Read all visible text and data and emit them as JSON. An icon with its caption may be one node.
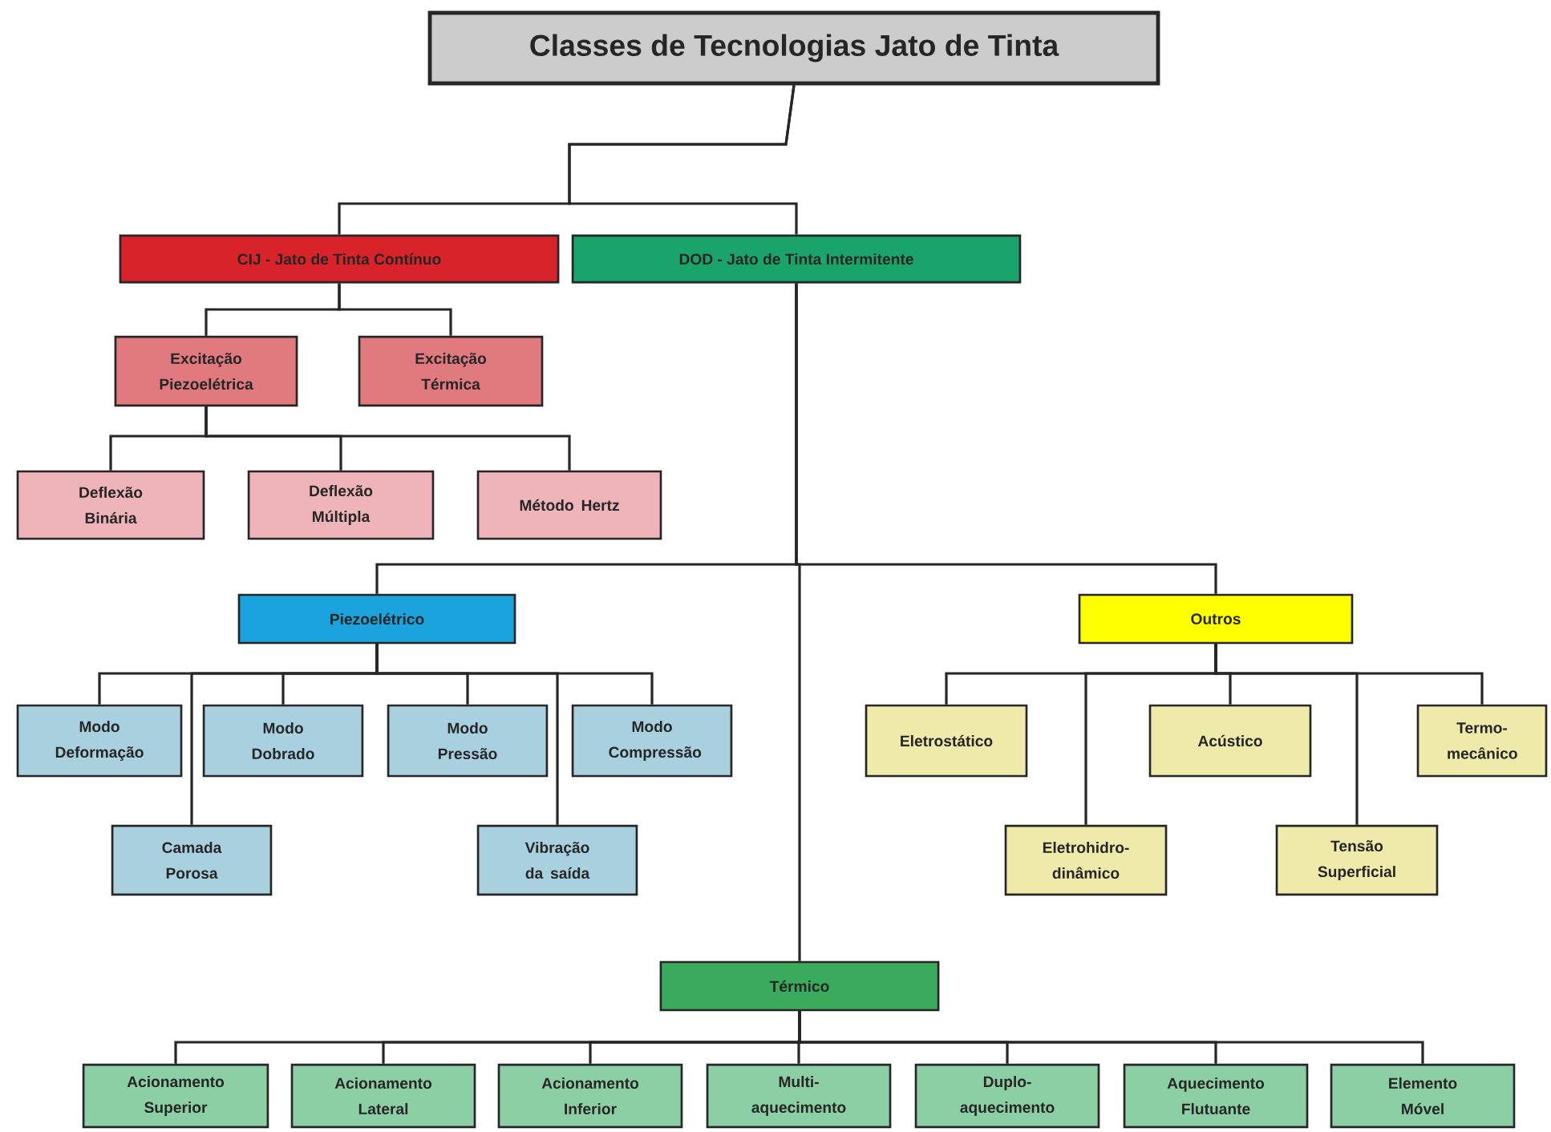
{
  "diagram": {
    "nodes": [
      {
        "text": [
          "Classes de Tecnologias Jato de Tinta"
        ]
      },
      {
        "text": [
          "CIJ - Jato de Tinta Contínuo"
        ]
      },
      {
        "text": [
          "DOD - Jato de Tinta Intermitente"
        ]
      },
      {
        "text": [
          "Excitação Piezoelétrica"
        ]
      },
      {
        "text": [
          "Excitação Térmica"
        ]
      },
      {
        "text": [
          "Deflexão Binária"
        ]
      },
      {
        "text": [
          "Deflexão Múltipla"
        ]
      },
      {
        "text": [
          "Método Hertz"
        ]
      },
      {
        "text": [
          "Piezoelétrico"
        ]
      },
      {
        "text": [
          "Outros"
        ]
      },
      {
        "text": [
          "Modo Deformação"
        ]
      },
      {
        "text": [
          "Camada Porosa"
        ]
      },
      {
        "text": [
          "Modo Dobrado"
        ]
      },
      {
        "text": [
          "Modo Pressão"
        ]
      },
      {
        "text": [
          "Vibração da saída"
        ]
      },
      {
        "text": [
          "Modo Compressão"
        ]
      },
      {
        "text": [
          "Eletrostático"
        ]
      },
      {
        "text": [
          "Eletrohidro- dinâmico"
        ]
      },
      {
        "text": [
          "Acústico"
        ]
      },
      {
        "text": [
          "Tensão Superficial"
        ]
      },
      {
        "text": [
          "Termo- mecânico"
        ]
      },
      {
        "text": [
          "Térmico"
        ]
      },
      {
        "text": [
          "Acionamento Superior"
        ]
      },
      {
        "text": [
          "Acionamento Lateral"
        ]
      },
      {
        "text": [
          "Acionamento Inferior"
        ]
      },
      {
        "text": [
          "Multi- aquecimento"
        ]
      },
      {
        "text": [
          "Duplo- aquecimento"
        ]
      },
      {
        "text": [
          "Aquecimento Flutuante"
        ]
      },
      {
        "text": [
          "Elemento Móvel"
        ]
      }
    ],
    "edges": [
      {
        "from": 0,
        "to": 1,
        "arrow": "none"
      },
      {
        "from": 0,
        "to": 2,
        "arrow": "none"
      },
      {
        "from": 1,
        "to": 3,
        "arrow": "none"
      },
      {
        "from": 1,
        "to": 4,
        "arrow": "none"
      },
      {
        "from": 3,
        "to": 5,
        "arrow": "none"
      },
      {
        "from": 3,
        "to": 6,
        "arrow": "none"
      },
      {
        "from": 3,
        "to": 7,
        "arrow": "none"
      },
      {
        "from": 2,
        "to": 8,
        "arrow": "none"
      },
      {
        "from": 2,
        "to": 9,
        "arrow": "none"
      },
      {
        "from": 2,
        "to": 21,
        "arrow": "none"
      },
      {
        "from": 8,
        "to": 10,
        "arrow": "none"
      },
      {
        "from": 8,
        "to": 11,
        "arrow": "none"
      },
      {
        "from": 8,
        "to": 12,
        "arrow": "none"
      },
      {
        "from": 8,
        "to": 13,
        "arrow": "none"
      },
      {
        "from": 8,
        "to": 14,
        "arrow": "none"
      },
      {
        "from": 8,
        "to": 15,
        "arrow": "none"
      },
      {
        "from": 9,
        "to": 16,
        "arrow": "none"
      },
      {
        "from": 9,
        "to": 17,
        "arrow": "none"
      },
      {
        "from": 9,
        "to": 18,
        "arrow": "none"
      },
      {
        "from": 9,
        "to": 19,
        "arrow": "none"
      },
      {
        "from": 9,
        "to": 20,
        "arrow": "none"
      },
      {
        "from": 21,
        "to": 22,
        "arrow": "none"
      },
      {
        "from": 21,
        "to": 23,
        "arrow": "none"
      },
      {
        "from": 21,
        "to": 24,
        "arrow": "none"
      },
      {
        "from": 21,
        "to": 25,
        "arrow": "none"
      },
      {
        "from": 21,
        "to": 26,
        "arrow": "none"
      },
      {
        "from": 21,
        "to": 27,
        "arrow": "none"
      },
      {
        "from": 21,
        "to": 28,
        "arrow": "none"
      }
    ]
  }
}
